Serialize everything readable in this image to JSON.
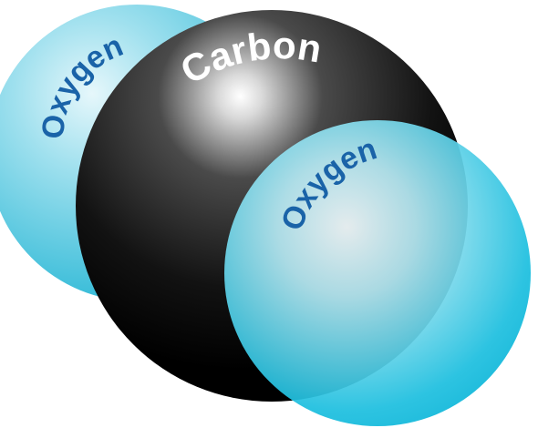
{
  "molecule": {
    "atoms": [
      {
        "id": "oxygen-left",
        "label": "Oxygen",
        "label_color": "#1a63a8",
        "fill": "#3fc3dc"
      },
      {
        "id": "carbon",
        "label": "Carbon",
        "label_color": "#ffffff",
        "fill": "#1c1c1c"
      },
      {
        "id": "oxygen-right",
        "label": "Oxygen",
        "label_color": "#1a63a8",
        "fill": "#1cc3e0"
      }
    ]
  }
}
